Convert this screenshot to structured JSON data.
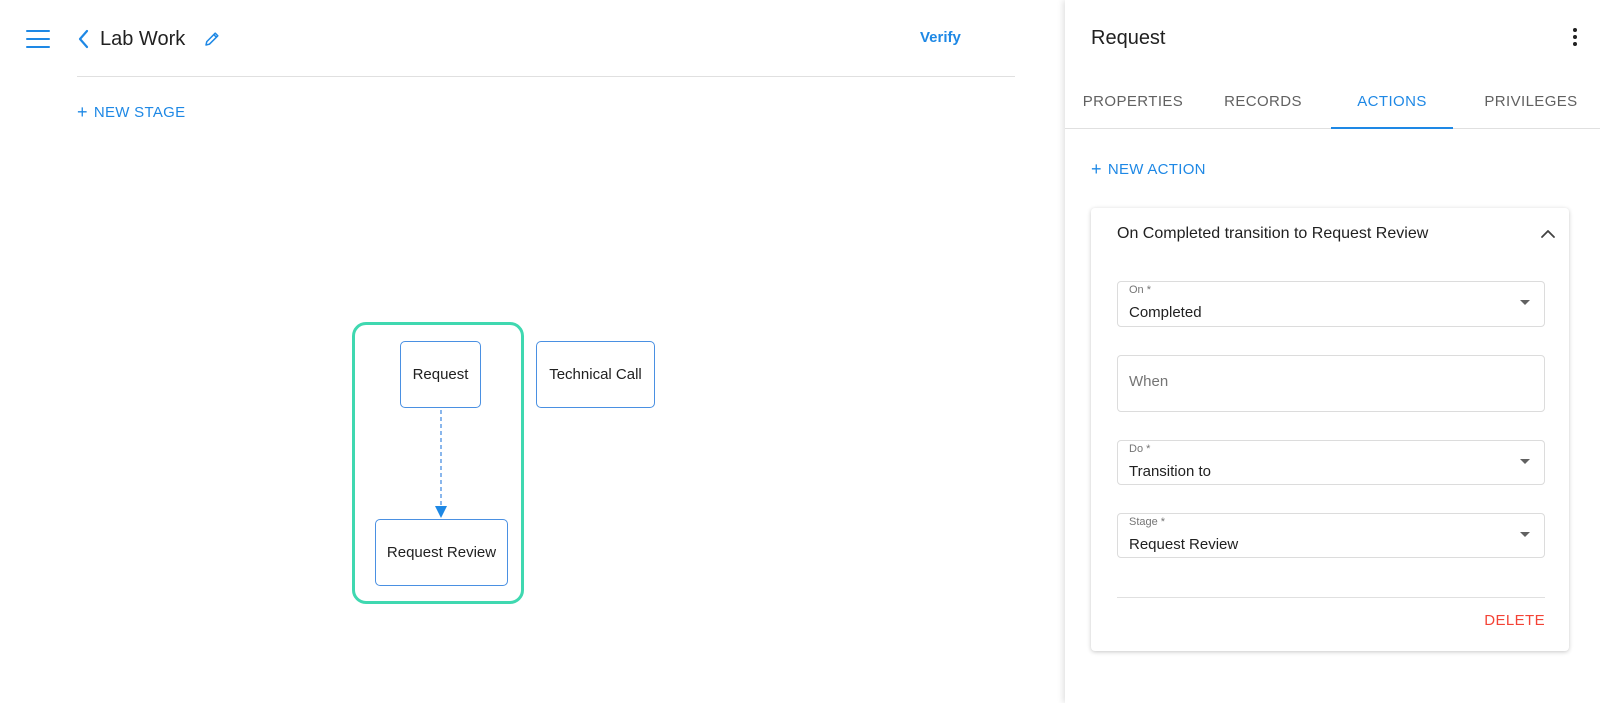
{
  "header": {
    "title": "Lab Work",
    "verify_label": "Verify",
    "new_stage_label": "NEW STAGE"
  },
  "canvas": {
    "nodes": {
      "request": "Request",
      "request_review": "Request Review",
      "technical_call": "Technical Call"
    }
  },
  "panel": {
    "title": "Request",
    "tabs": [
      {
        "label": "PROPERTIES"
      },
      {
        "label": "RECORDS"
      },
      {
        "label": "ACTIONS",
        "active": true
      },
      {
        "label": "PRIVILEGES"
      }
    ],
    "new_action_label": "NEW ACTION",
    "action_card": {
      "title": "On Completed transition to Request Review",
      "fields": {
        "on": {
          "label": "On *",
          "value": "Completed"
        },
        "when": {
          "placeholder": "When"
        },
        "do": {
          "label": "Do *",
          "value": "Transition to"
        },
        "stage": {
          "label": "Stage *",
          "value": "Request Review"
        }
      },
      "delete_label": "DELETE"
    }
  },
  "icons": {
    "menu": "menu-icon",
    "back": "chevron-left-icon",
    "edit": "pencil-icon",
    "more": "more-vert-icon",
    "collapse": "chevron-up-icon",
    "plus": "plus-icon",
    "dropdown": "arrow-drop-down-icon"
  },
  "colors": {
    "accent": "#1e88e5",
    "group_border": "#3fd8b0",
    "node_border": "#4a90e2",
    "danger": "#f44336"
  }
}
